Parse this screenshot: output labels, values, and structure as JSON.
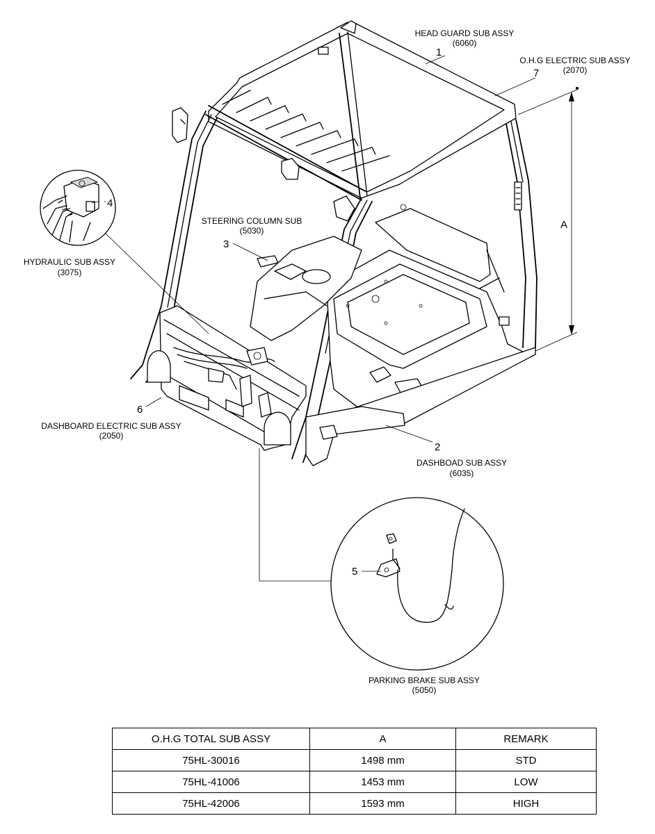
{
  "callouts": [
    {
      "num": "1",
      "name": "HEAD GUARD SUB ASSY",
      "code": "(6060)"
    },
    {
      "num": "2",
      "name": "DASHBOAD SUB ASSY",
      "code": "(6035)"
    },
    {
      "num": "3",
      "name": "STEERING COLUMN SUB",
      "code": "(5030)"
    },
    {
      "num": "4",
      "name": "HYDRAULIC SUB ASSY",
      "code": "(3075)"
    },
    {
      "num": "5",
      "name": "PARKING BRAKE SUB ASSY",
      "code": "(5050)"
    },
    {
      "num": "6",
      "name": "DASHBOARD ELECTRIC SUB ASSY",
      "code": "(2050)"
    },
    {
      "num": "7",
      "name": "O.H.G ELECTRIC SUB ASSY",
      "code": "(2070)"
    }
  ],
  "dimension_label": "A",
  "table": {
    "headers": [
      "O.H.G TOTAL SUB ASSY",
      "A",
      "REMARK"
    ],
    "rows": [
      [
        "75HL-30016",
        "1498 mm",
        "STD"
      ],
      [
        "75HL-41006",
        "1453 mm",
        "LOW"
      ],
      [
        "75HL-42006",
        "1593 mm",
        "HIGH"
      ]
    ]
  }
}
